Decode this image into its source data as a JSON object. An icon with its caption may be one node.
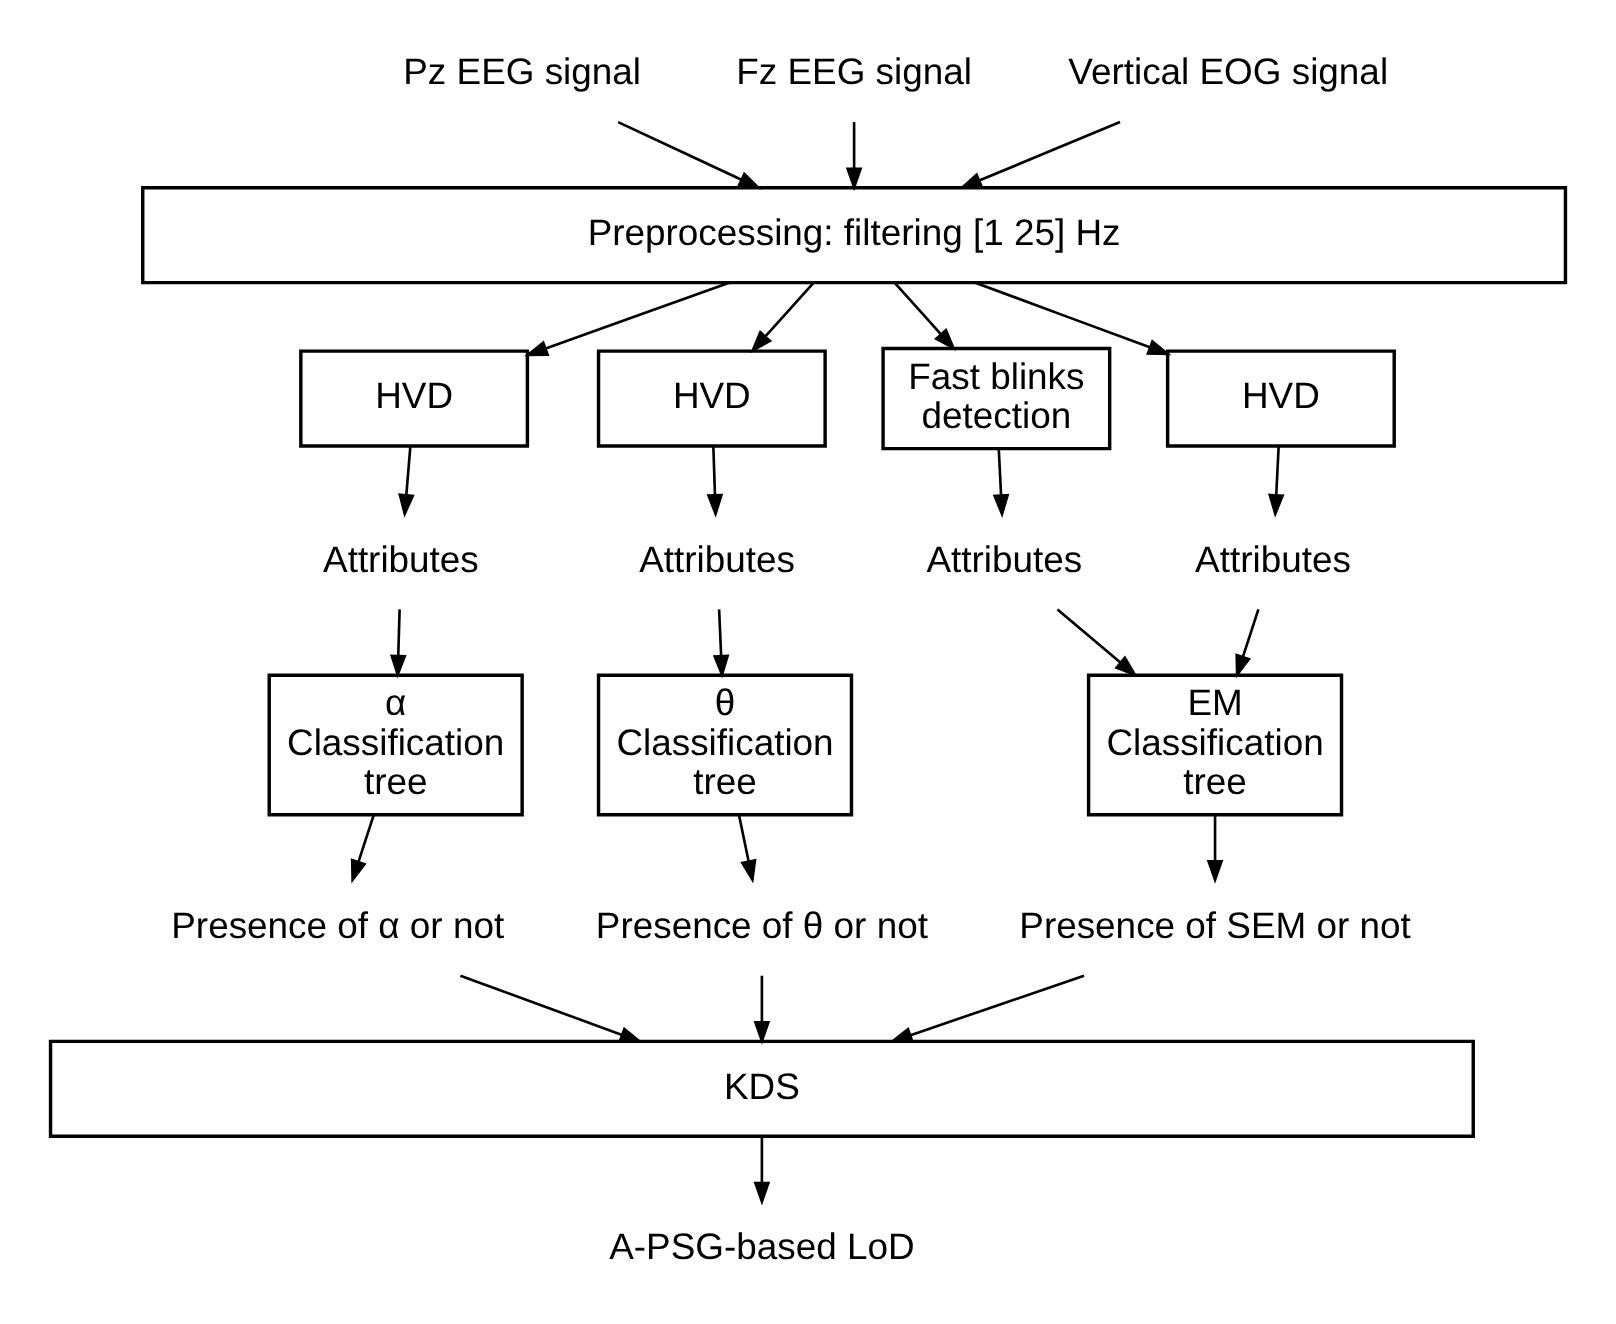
{
  "diagram": {
    "nodes": [
      {
        "text": [
          "Pz EEG signal"
        ]
      },
      {
        "text": [
          "Fz EEG signal"
        ]
      },
      {
        "text": [
          "Vertical EOG signal"
        ]
      },
      {
        "text": [
          "Preprocessing: filtering [1 25] Hz"
        ]
      },
      {
        "text": [
          "HVD"
        ]
      },
      {
        "text": [
          "HVD"
        ]
      },
      {
        "text": [
          "Fast blinks detection"
        ]
      },
      {
        "text": [
          "HVD"
        ]
      },
      {
        "text": [
          "Attributes"
        ]
      },
      {
        "text": [
          "Attributes"
        ]
      },
      {
        "text": [
          "Attributes"
        ]
      },
      {
        "text": [
          "Attributes"
        ]
      },
      {
        "text": [
          "α Classification tree"
        ]
      },
      {
        "text": [
          "θ Classification tree"
        ]
      },
      {
        "text": [
          "EM Classification tree"
        ]
      },
      {
        "text": [
          "Presence of α or not"
        ]
      },
      {
        "text": [
          "Presence of θ or not"
        ]
      },
      {
        "text": [
          "Presence of SEM or not"
        ]
      },
      {
        "text": [
          "KDS"
        ]
      },
      {
        "text": [
          "A-PSG-based LoD"
        ]
      }
    ],
    "edges": [
      {
        "from": 0,
        "to": 3,
        "arrow": "to"
      },
      {
        "from": 1,
        "to": 3,
        "arrow": "to"
      },
      {
        "from": 2,
        "to": 3,
        "arrow": "to"
      },
      {
        "from": 3,
        "to": 4,
        "arrow": "to"
      },
      {
        "from": 3,
        "to": 5,
        "arrow": "to"
      },
      {
        "from": 3,
        "to": 6,
        "arrow": "to"
      },
      {
        "from": 3,
        "to": 7,
        "arrow": "to"
      },
      {
        "from": 4,
        "to": 8,
        "arrow": "to"
      },
      {
        "from": 5,
        "to": 9,
        "arrow": "to"
      },
      {
        "from": 6,
        "to": 10,
        "arrow": "to"
      },
      {
        "from": 7,
        "to": 11,
        "arrow": "to"
      },
      {
        "from": 8,
        "to": 12,
        "arrow": "to"
      },
      {
        "from": 9,
        "to": 13,
        "arrow": "to"
      },
      {
        "from": 10,
        "to": 14,
        "arrow": "to"
      },
      {
        "from": 11,
        "to": 14,
        "arrow": "to"
      },
      {
        "from": 12,
        "to": 15,
        "arrow": "to"
      },
      {
        "from": 13,
        "to": 16,
        "arrow": "to"
      },
      {
        "from": 14,
        "to": 17,
        "arrow": "to"
      },
      {
        "from": 15,
        "to": 18,
        "arrow": "to"
      },
      {
        "from": 16,
        "to": 18,
        "arrow": "to"
      },
      {
        "from": 17,
        "to": 18,
        "arrow": "to"
      },
      {
        "from": 18,
        "to": 19,
        "arrow": "to"
      }
    ]
  }
}
